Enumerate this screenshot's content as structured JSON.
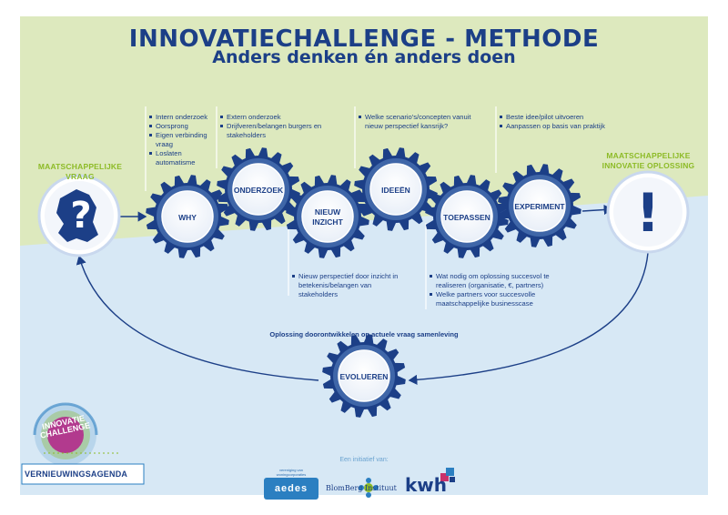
{
  "header": {
    "title": "INNOVATIECHALLENGE - METHODE",
    "subtitle": "Anders denken én anders doen"
  },
  "left_label": "MAATSCHAPPELIJKE\nVRAAG",
  "right_label": "MAATSCHAPPELIJKE\nINNOVATIE OPLOSSING",
  "gears": [
    {
      "id": "why",
      "label": "WHY"
    },
    {
      "id": "onderzoek",
      "label": "ONDERZOEK"
    },
    {
      "id": "nieuw-inzicht",
      "label": "NIEUW\nINZICHT"
    },
    {
      "id": "ideeen",
      "label": "IDEEËN"
    },
    {
      "id": "toepassen",
      "label": "TOEPASSEN"
    },
    {
      "id": "experiment",
      "label": "EXPERIMENT"
    },
    {
      "id": "evolueren",
      "label": "EVOLUEREN"
    }
  ],
  "notes": {
    "why": [
      "Intern onderzoek",
      "Oorsprong",
      "Eigen verbinding vraag",
      "Loslaten automatisme"
    ],
    "onderzoek": [
      "Extern onderzoek",
      "Drijfveren/belangen burgers en stakeholders"
    ],
    "nieuw_inzicht": [
      "Nieuw perspectief door inzicht in betekenis/belangen van stakeholders"
    ],
    "ideeen": [
      "Welke scenario's/concepten vanuit nieuw perspectief kansrijk?"
    ],
    "toepassen": [
      "Wat nodig om oplossing succesvol te realiseren (organisatie, €, partners)",
      "Welke partners voor succesvolle maatschappelijke businesscase"
    ],
    "experiment": [
      "Beste idee/pilot uitvoeren",
      "Aanpassen op basis van praktijk"
    ]
  },
  "loop_text": "Oplossing doorontwikkelen op actuele vraag samenleving",
  "exclamation": "!",
  "question": "?",
  "footer": {
    "initiative": "Een initiatief van:",
    "aedes_small": "vereniging van woningcorporaties",
    "aedes": "aedes",
    "blomberg": "BlomBerg Instituut",
    "kwh": "kwh",
    "logo_challenge": "INNOVATIE\nCHALLENGE",
    "logo_agenda": "VERNIEUWINGSAGENDA"
  },
  "colors": {
    "navy": "#1c3f87",
    "green_bg": "#dde9be",
    "blue_bg": "#d7e8f5",
    "lime": "#8dbb27"
  }
}
